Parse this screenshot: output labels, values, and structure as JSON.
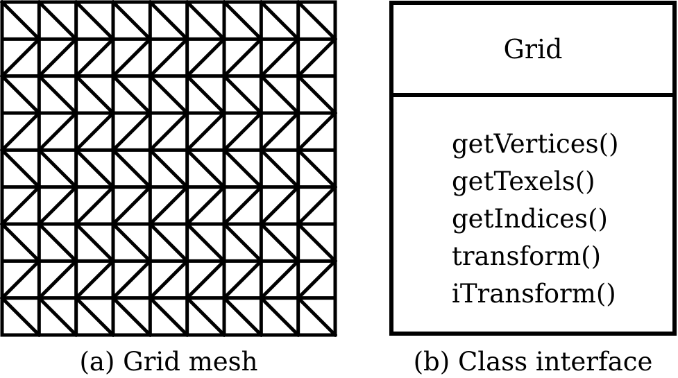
{
  "figure": {
    "panel_a": {
      "caption": "(a) Grid mesh",
      "grid": {
        "cells_per_side": 9,
        "stroke_color": "#000000"
      }
    },
    "panel_b": {
      "caption": "(b) Class interface",
      "class_name": "Grid",
      "methods": [
        "getVertices()",
        "getTexels()",
        "getIndices()",
        "transform()",
        "iTransform()"
      ]
    }
  }
}
